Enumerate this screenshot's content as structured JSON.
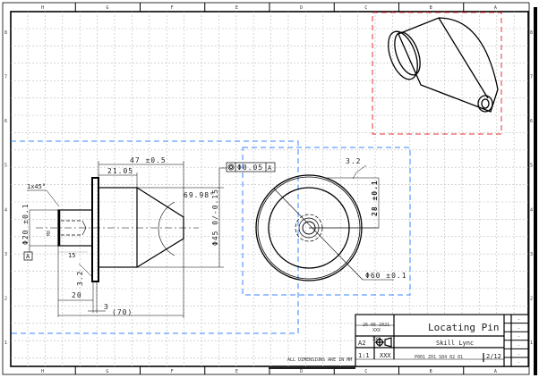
{
  "sheet": {
    "zones_top": [
      "H",
      "G",
      "F",
      "E",
      "D",
      "C",
      "B",
      "A"
    ],
    "zones_side": [
      "8",
      "7",
      "6",
      "5",
      "4",
      "3",
      "2",
      "1"
    ],
    "colors": {
      "view_frame": "#3a86ff",
      "iso_frame": "#e8303a",
      "line": "#000000"
    }
  },
  "side_view": {
    "dims": {
      "overall_body": "47 ±0.5",
      "flange_to_cone": "21.05",
      "cone_angle": "69.98°",
      "chamfer": "1x45°",
      "shaft_dia": "Φ20 ±0.1",
      "thread": "M8",
      "thread_depth": "15",
      "body_dia": "Φ45 0/-0.15",
      "roughness": "3.2",
      "shaft_length": "20",
      "flange_thk": "3",
      "overall": "(70)"
    },
    "datum": "A"
  },
  "gdt_frame": {
    "symbol": "concentricity-icon",
    "tolerance": "Φ0.05",
    "datum": "A"
  },
  "front_view": {
    "dims": {
      "roughness": "3.2",
      "radius": "28 ±0.1",
      "diameter": "Φ60 ±0.1"
    }
  },
  "title_block": {
    "date": "26-06-2021",
    "drawn": "XXX",
    "checked": "XXX",
    "size": "A2",
    "projection": "first-angle-projection-icon",
    "title": "Locating Pin",
    "company": "Skill Lync",
    "scale": "1:1",
    "weight": "XXX",
    "drawing_no": "P001 Z01 S04 02 01",
    "sheet": "2/12",
    "note": "ALL DIMENSIONS ARE IN MM",
    "revisions": [
      "-",
      "-",
      "-",
      "-",
      "-",
      "-"
    ]
  }
}
